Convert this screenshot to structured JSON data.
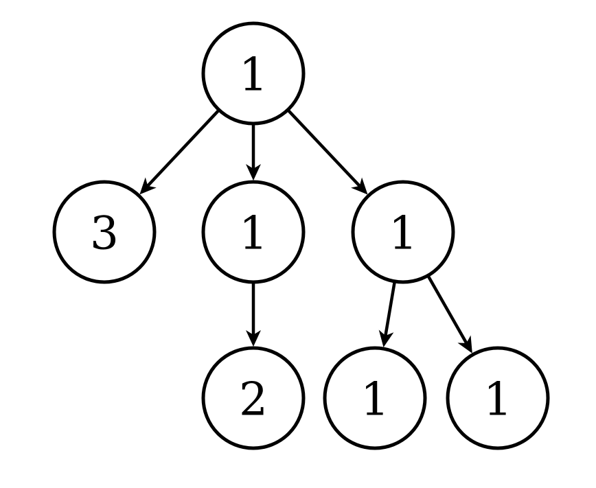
{
  "diagram": {
    "type": "tree",
    "directed": true,
    "colors": {
      "stroke": "#000000",
      "fill": "#ffffff",
      "text": "#000000"
    },
    "nodes": [
      {
        "id": "root",
        "label": "1"
      },
      {
        "id": "left",
        "label": "3"
      },
      {
        "id": "middle",
        "label": "1"
      },
      {
        "id": "right",
        "label": "1"
      },
      {
        "id": "middle-child",
        "label": "2"
      },
      {
        "id": "right-child-a",
        "label": "1"
      },
      {
        "id": "right-child-b",
        "label": "1"
      }
    ],
    "edges": [
      {
        "from": "root",
        "to": "left"
      },
      {
        "from": "root",
        "to": "middle"
      },
      {
        "from": "root",
        "to": "right"
      },
      {
        "from": "middle",
        "to": "middle-child"
      },
      {
        "from": "right",
        "to": "right-child-a"
      },
      {
        "from": "right",
        "to": "right-child-b"
      }
    ]
  }
}
